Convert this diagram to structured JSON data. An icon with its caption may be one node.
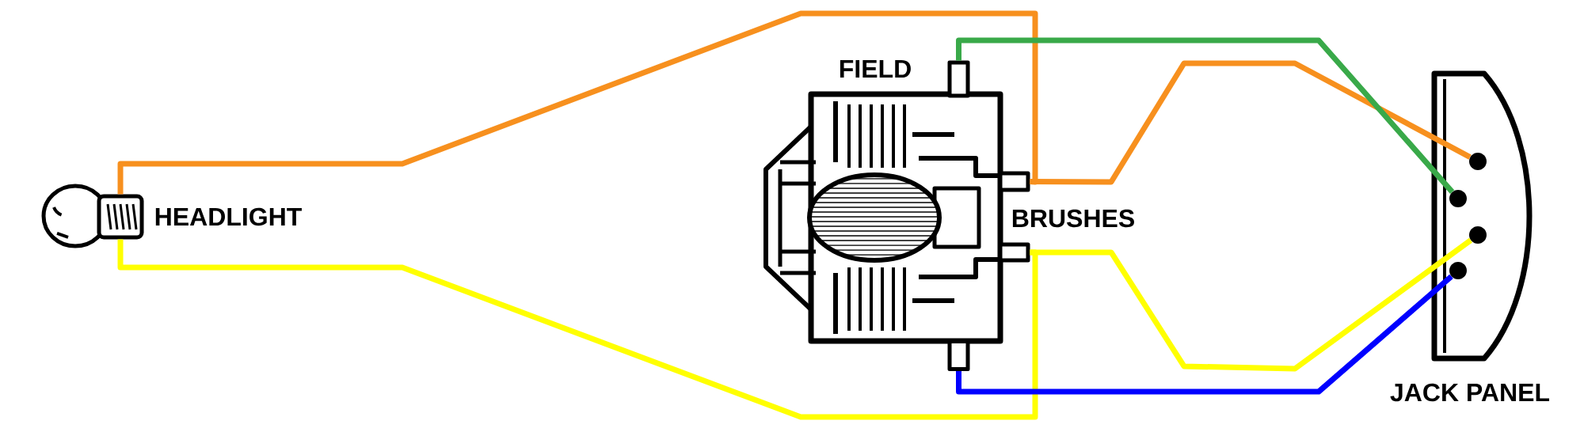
{
  "diagram": {
    "nodes": [
      {
        "text": [],
        "shape": "picture",
        "beside": [
          "HEADLIGHT"
        ]
      },
      {
        "text": [],
        "shape": "picture",
        "beside": [
          "FIELD",
          "BRUSHES"
        ]
      },
      {
        "text": [],
        "shape": "box"
      },
      {
        "text": [],
        "shape": "box"
      },
      {
        "text": [],
        "shape": "box"
      },
      {
        "text": [],
        "shape": "box"
      },
      {
        "text": [],
        "shape": "picture",
        "beside": [
          "JACK PANEL"
        ]
      },
      {
        "text": [],
        "shape": "circle",
        "in": 6
      },
      {
        "text": [],
        "shape": "circle",
        "in": 6
      },
      {
        "text": [],
        "shape": "circle",
        "in": 6
      },
      {
        "text": [],
        "shape": "circle",
        "in": 6
      }
    ],
    "edges": [
      {
        "from": 0,
        "to": 4,
        "arrow": "none",
        "color": "#f7901e"
      },
      {
        "from": 4,
        "to": 7,
        "arrow": "none",
        "color": "#f7901e"
      },
      {
        "from": 2,
        "to": 8,
        "arrow": "none",
        "color": "#39a949"
      },
      {
        "from": 0,
        "to": 5,
        "arrow": "none",
        "color": "#ffff00"
      },
      {
        "from": 5,
        "to": 9,
        "arrow": "none",
        "color": "#ffff00"
      },
      {
        "from": 3,
        "to": 10,
        "arrow": "none",
        "color": "#0000ff"
      }
    ]
  }
}
